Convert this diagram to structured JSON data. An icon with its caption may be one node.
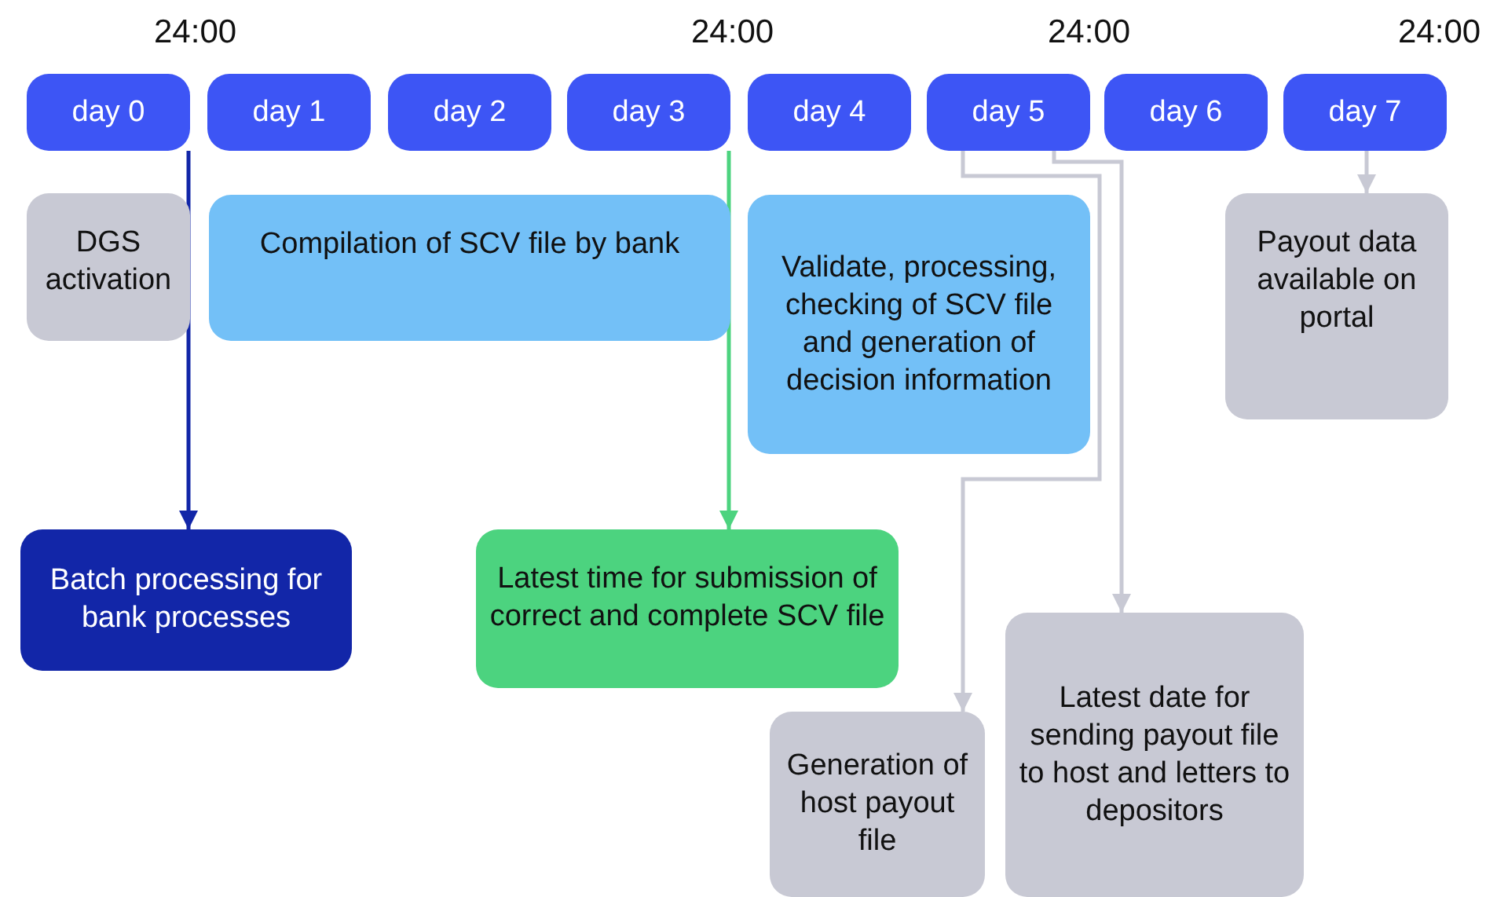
{
  "diagram": {
    "nodes": [
      {
        "text": [
          "day 0"
        ]
      },
      {
        "text": [
          "day 1"
        ]
      },
      {
        "text": [
          "day 2"
        ]
      },
      {
        "text": [
          "day 3"
        ]
      },
      {
        "text": [
          "day 4"
        ]
      },
      {
        "text": [
          "day 5"
        ]
      },
      {
        "text": [
          "day 6"
        ]
      },
      {
        "text": [
          "day 7"
        ]
      },
      {
        "text": [
          "DGS activation"
        ]
      },
      {
        "text": [
          "Compilation of SCV file by bank"
        ]
      },
      {
        "text": [
          "Validate, processing, checking of SCV file and generation of decision information"
        ]
      },
      {
        "text": [
          "Payout data available on portal"
        ]
      },
      {
        "text": [
          "Batch processing for bank processes"
        ]
      },
      {
        "text": [
          "Latest time for submission of correct and complete SCV file"
        ]
      },
      {
        "text": [
          "Generation of host payout file"
        ]
      },
      {
        "text": [
          "Latest date for sending payout file to host and letters to depositors"
        ]
      }
    ],
    "edges": [
      {
        "from": 0,
        "to": 12,
        "arrow": "to",
        "color": "#1226a8"
      },
      {
        "from": 3,
        "to": 13,
        "arrow": "to",
        "color": "#4cd37f"
      },
      {
        "from": 5,
        "to": 14,
        "arrow": "to"
      },
      {
        "from": 5,
        "to": 15,
        "arrow": "to"
      },
      {
        "from": 7,
        "to": 11,
        "arrow": "to"
      }
    ],
    "labels": [
      "24:00",
      "24:00",
      "24:00",
      "24:00"
    ]
  }
}
